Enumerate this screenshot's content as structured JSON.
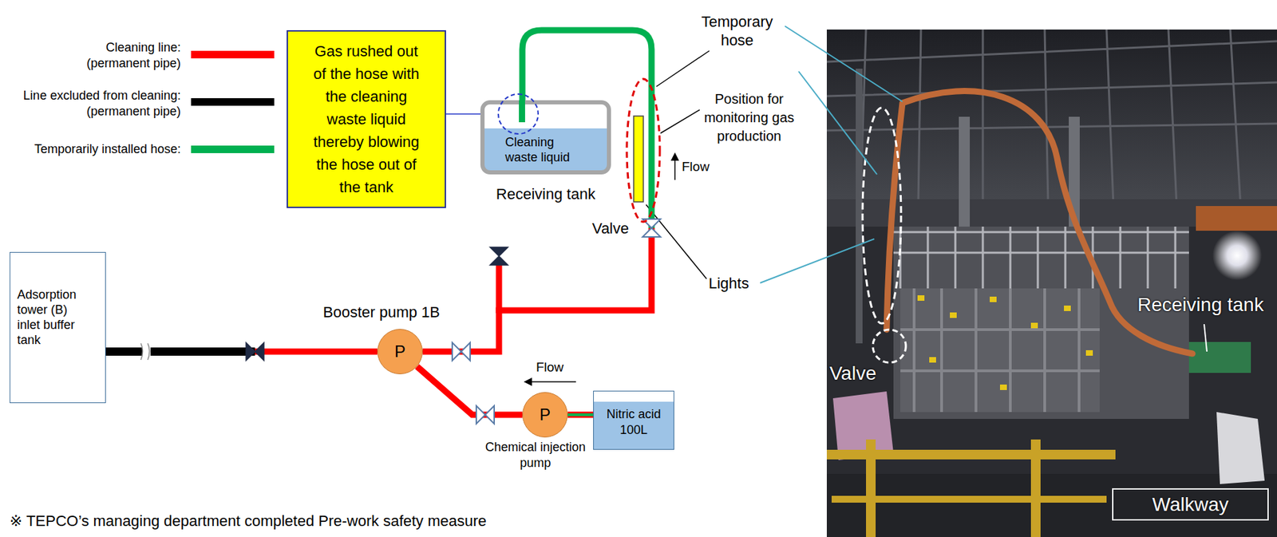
{
  "diagram": {
    "nodes": [
      {
        "text": [
          "Gas rushed out of the hose with the cleaning waste liquid thereby blowing the hose out of the tank"
        ]
      },
      {
        "text": [
          "Cleaning waste liquid",
          "Receiving tank"
        ]
      },
      {
        "text": [
          "Adsorption tower (B) inlet buffer tank"
        ]
      },
      {
        "text": [
          "Booster pump 1B",
          "P"
        ]
      },
      {
        "text": [
          "P",
          "Chemical injection pump"
        ]
      },
      {
        "text": [
          "Nitric acid 100L"
        ]
      },
      {
        "text": [
          "Walkway"
        ]
      }
    ],
    "edges": [
      {
        "from": 0,
        "to": 1,
        "arrow": "none"
      },
      {
        "from": 3,
        "to": 1,
        "arrow": "none"
      },
      {
        "from": 2,
        "to": 3,
        "arrow": "none"
      },
      {
        "from": 4,
        "to": 3,
        "arrow": "none"
      },
      {
        "from": 5,
        "to": 4,
        "arrow": "none"
      }
    ],
    "labels": [
      "Temporary hose",
      "Position for monitoring gas production",
      "Flow",
      "Valve",
      "Lights",
      "Flow",
      "Valve",
      "Receiving tank",
      "※ TEPCO’s managing department completed Pre-work safety measure"
    ],
    "legend": [
      {
        "text": "Cleaning line: (permanent pipe)",
        "color": "#ff0000"
      },
      {
        "text": "Line excluded from cleaning: (permanent pipe)",
        "color": "#000000"
      },
      {
        "text": "Temporarily installed hose:",
        "color": "#00b050"
      }
    ]
  }
}
